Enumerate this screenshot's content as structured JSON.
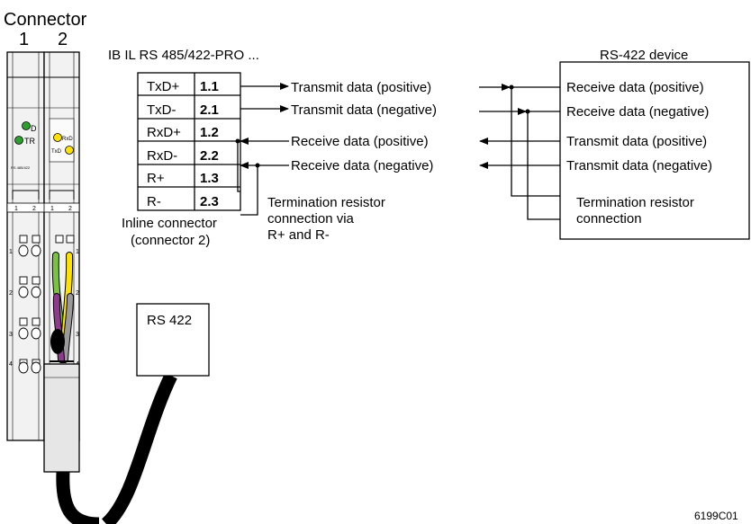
{
  "connector_header": {
    "title": "Connector",
    "num_1": "1",
    "num_2": "2"
  },
  "module_title": "IB IL RS 485/422-PRO ...",
  "device_title": "RS-422 device",
  "terminal_rows": [
    {
      "label": "TxD+",
      "pin": "1.1",
      "signal": "Transmit data (positive)"
    },
    {
      "label": "TxD-",
      "pin": "2.1",
      "signal": "Transmit data (negative)"
    },
    {
      "label": "RxD+",
      "pin": "1.2",
      "signal": "Receive data (positive)"
    },
    {
      "label": "RxD-",
      "pin": "2.2",
      "signal": "Receive data (negative)"
    },
    {
      "label": "R+",
      "pin": "1.3"
    },
    {
      "label": "R-",
      "pin": "2.3"
    }
  ],
  "device_rows": [
    "Receive data (positive)",
    "Receive data (negative)",
    "Transmit data (positive)",
    "Transmit data (negative)"
  ],
  "termination_note_left": [
    "Termination resistor",
    "connection via",
    "R+ and R-"
  ],
  "termination_note_right": [
    "Termination resistor",
    "connection"
  ],
  "inline_connector_caption": [
    "Inline connector",
    "(connector 2)"
  ],
  "rs422_box_label": "RS 422",
  "figure_id": "6199C01",
  "module_leds": {
    "connector1": [
      "D",
      "TR"
    ],
    "connector2": [
      "RxD",
      "TxD"
    ],
    "small_label": "RS 485/422"
  },
  "colors": {
    "led_green": "#2ca02c",
    "led_yellow": "#f2e600",
    "wire_green": "#7cc242",
    "wire_yellow": "#ffe200",
    "wire_purple": "#8e3b8e",
    "wire_gray": "#9a9a9a",
    "module_fill": "#f2f2f2"
  }
}
